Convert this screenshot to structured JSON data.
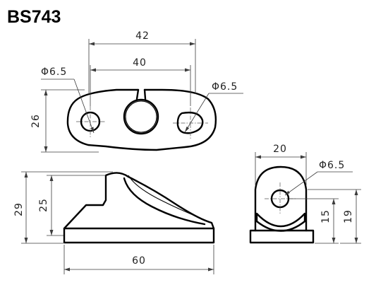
{
  "title": "BS743",
  "dimensions": {
    "overall_width_top": "42",
    "hole_spacing": "40",
    "hole_dia_left": "Φ6.5",
    "hole_dia_right": "Φ6.5",
    "depth_top": "26",
    "height_overall": "29",
    "height_block": "25",
    "length": "60",
    "end_width": "20",
    "end_hole_dia": "Φ6.5",
    "end_center_height": "15",
    "end_height": "19"
  }
}
